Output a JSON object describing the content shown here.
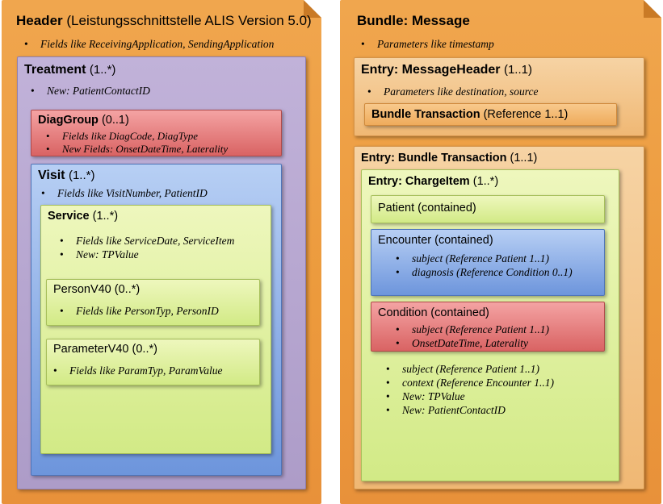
{
  "left": {
    "header": {
      "name": "Header",
      "detail": "(Leistungsschnittstelle ALIS Version 5.0)",
      "bullets": [
        "Fields like ReceivingApplication, SendingApplication"
      ]
    },
    "treatment": {
      "name": "Treatment",
      "card": "(1..*)",
      "bullets": [
        "New: PatientContactID"
      ]
    },
    "diaggroup": {
      "name": "DiagGroup",
      "card": "(0..1)",
      "bullets": [
        "Fields like DiagCode, DiagType",
        "New Fields: OnsetDateTime, Laterality"
      ]
    },
    "visit": {
      "name": "Visit",
      "card": "(1..*)",
      "bullets": [
        "Fields like VisitNumber, PatientID"
      ]
    },
    "service": {
      "name": "Service",
      "card": "(1..*)",
      "bullets": [
        "Fields like ServiceDate, ServiceItem",
        "New: TPValue"
      ]
    },
    "personv40": {
      "name": "PersonV40",
      "card": "(0..*)",
      "bullets": [
        "Fields like PersonTyp, PersonID"
      ]
    },
    "parameterv40": {
      "name": "ParameterV40",
      "card": "(0..*)",
      "bullets": [
        "Fields like ParamTyp, ParamValue"
      ]
    }
  },
  "right": {
    "bundle": {
      "name": "Bundle: Message",
      "bullets": [
        "Parameters like timestamp"
      ]
    },
    "msgheader": {
      "name": "Entry: MessageHeader",
      "card": "(1..1)",
      "bullets": [
        "Parameters like destination, source"
      ]
    },
    "bundleref": {
      "name": "Bundle Transaction",
      "card": "(Reference 1..1)"
    },
    "bundletx": {
      "name": "Entry: Bundle Transaction",
      "card": "(1..1)"
    },
    "chargeitem": {
      "name": "Entry: ChargeItem",
      "card": "(1..*)",
      "bullets": [
        "subject (Reference Patient 1..1)",
        "context (Reference Encounter 1..1)",
        "New: TPValue",
        "New: PatientContactID"
      ]
    },
    "patient": {
      "name": "Patient (contained)"
    },
    "encounter": {
      "name": "Encounter (contained)",
      "bullets": [
        "subject (Reference Patient 1..1)",
        "diagnosis (Reference Condition 0..1)"
      ]
    },
    "condition": {
      "name": "Condition (contained)",
      "bullets": [
        "subject (Reference Patient 1..1)",
        "OnsetDateTime, Laterality"
      ]
    }
  }
}
